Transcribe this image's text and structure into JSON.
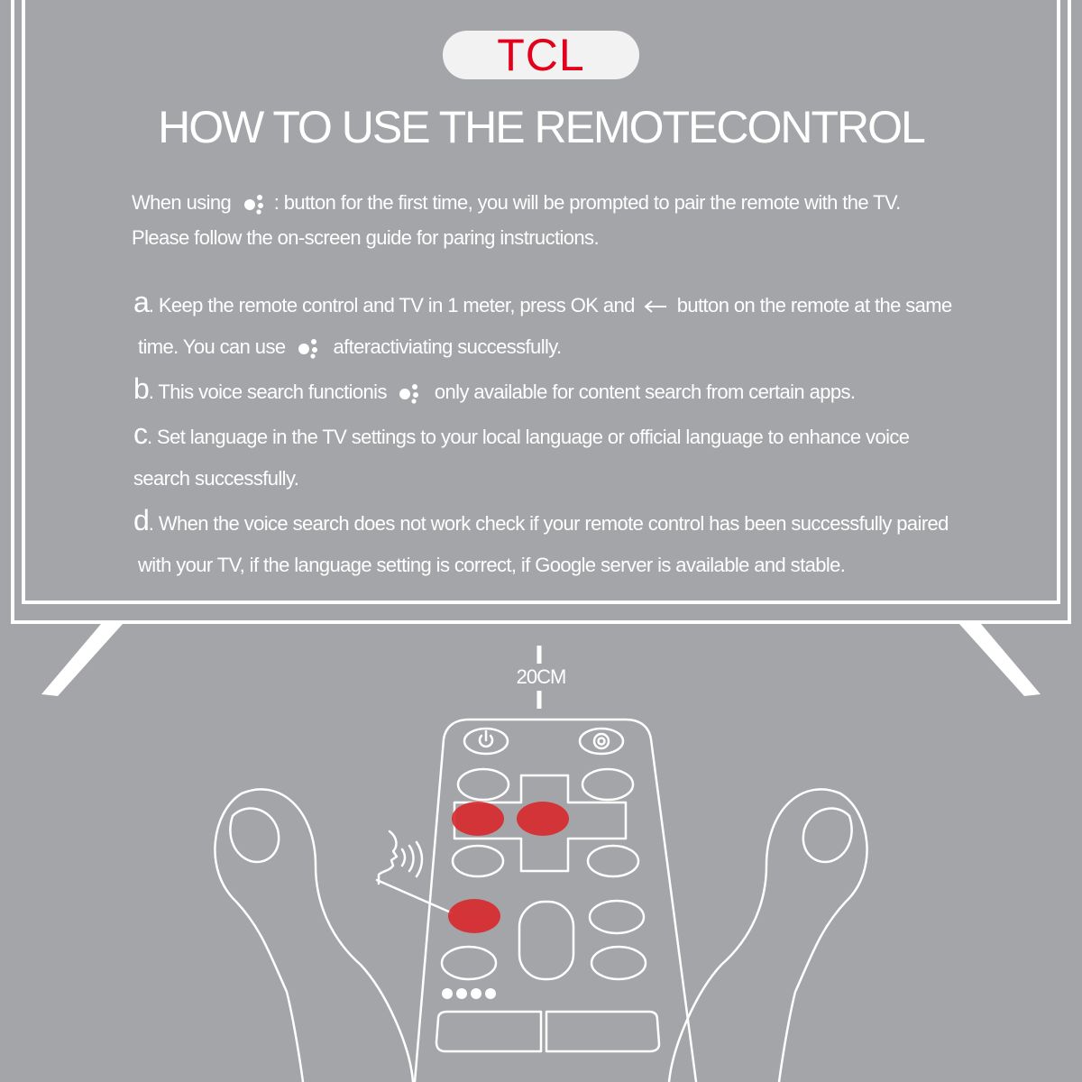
{
  "brand": {
    "name": "TCL",
    "color": "#e3001b"
  },
  "title": "HOW TO USE THE REMOTECONTROL",
  "intro": {
    "line1_before": "When using",
    "line1_after": ": button for the first time, you will be prompted to pair the remote with the TV.",
    "line2": "Please follow the on-screen guide for paring instructions."
  },
  "steps": {
    "a": {
      "letter": "a",
      "text1": ". Keep the remote control and TV in 1 meter, press OK and",
      "text2": "button on the remote at the same",
      "text3": "time. You can use",
      "text4": "afteractiviating successfully."
    },
    "b": {
      "letter": "b",
      "text1": ". This voice search functionis",
      "text2": "only available for content search from certain apps."
    },
    "c": {
      "letter": "c",
      "text1": ". Set language in the TV settings to your local language or official language to enhance voice",
      "text2": "search successfully."
    },
    "d": {
      "letter": "d",
      "text1": ". When the voice search does not work check if your remote control has been successfully paired",
      "text2": "with your TV, if the language setting is correct, if Google server is available and stable."
    }
  },
  "distance_label": "20CM",
  "icons": {
    "assistant": "google-assistant-icon",
    "back": "back-arrow-icon",
    "power": "power-icon",
    "settings": "gear-icon",
    "voice": "voice-waves-icon"
  },
  "colors": {
    "background": "#a4a5a8",
    "line": "#ffffff",
    "highlight": "#d9282b"
  }
}
